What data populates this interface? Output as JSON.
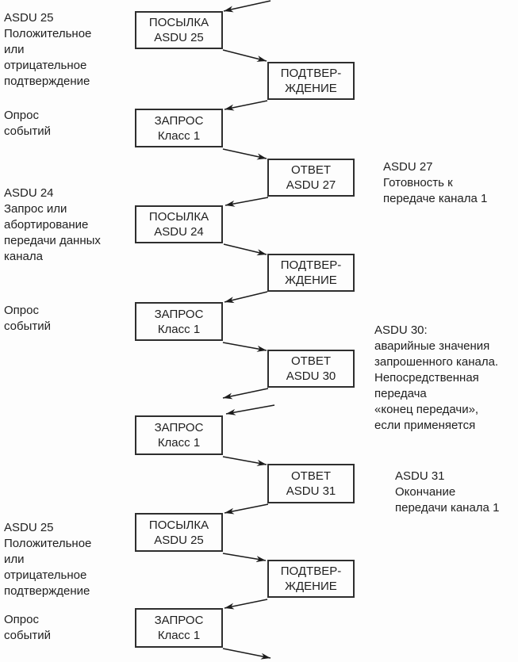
{
  "page": {
    "background": "#fdfdfd",
    "ink_color": "#1c1c1c",
    "box_border_color": "#2e2e2e"
  },
  "flow": {
    "boxes": [
      {
        "name": "send-asdu25-top",
        "text": "ПОСЫЛКА\nASDU 25"
      },
      {
        "name": "ack-1",
        "text": "ПОДТВЕР-\nЖДЕНИЕ"
      },
      {
        "name": "request-class1-1",
        "text": "ЗАПРОС\nКласс 1"
      },
      {
        "name": "reply-asdu27",
        "text": "ОТВЕТ\nASDU 27"
      },
      {
        "name": "send-asdu24",
        "text": "ПОСЫЛКА\nASDU 24"
      },
      {
        "name": "ack-2",
        "text": "ПОДТВЕР-\nЖДЕНИЕ"
      },
      {
        "name": "request-class1-2",
        "text": "ЗАПРОС\nКласс 1"
      },
      {
        "name": "reply-asdu30",
        "text": "ОТВЕТ\nASDU 30"
      },
      {
        "name": "request-class1-3",
        "text": "ЗАПРОС\nКласс 1"
      },
      {
        "name": "reply-asdu31",
        "text": "ОТВЕТ\nASDU 31"
      },
      {
        "name": "send-asdu25-bottom",
        "text": "ПОСЫЛКА\nASDU 25"
      },
      {
        "name": "ack-3",
        "text": "ПОДТВЕР-\nЖДЕНИЕ"
      },
      {
        "name": "request-class1-4",
        "text": "ЗАПРОС\nКласс 1"
      }
    ],
    "left_notes": [
      {
        "name": "note-asdu25-top",
        "text": "ASDU 25\nПоложительное\nили\nотрицательное\nподтверждение"
      },
      {
        "name": "note-event-poll-1",
        "text": "Опрос\nсобытий"
      },
      {
        "name": "note-asdu24",
        "text": "ASDU 24\nЗапрос или\nабортирование\nпередачи данных\nканала"
      },
      {
        "name": "note-event-poll-2",
        "text": "Опрос\nсобытий"
      },
      {
        "name": "note-asdu25-bottom",
        "text": "ASDU 25\nПоложительное\nили\nотрицательное\nподтверждение"
      },
      {
        "name": "note-event-poll-3",
        "text": "Опрос\nсобытий"
      }
    ],
    "right_notes": [
      {
        "name": "note-asdu27",
        "text": "ASDU 27\nГотовность к\nпередаче канала 1"
      },
      {
        "name": "note-asdu30",
        "text": "ASDU 30:\nаварийные значения\nзапрошенного канала.\nНепосредственная\nпередача\n«конец передачи»,\nесли применяется"
      },
      {
        "name": "note-asdu31",
        "text": "ASDU 31\nОкончание\nпередачи канала 1"
      }
    ]
  }
}
